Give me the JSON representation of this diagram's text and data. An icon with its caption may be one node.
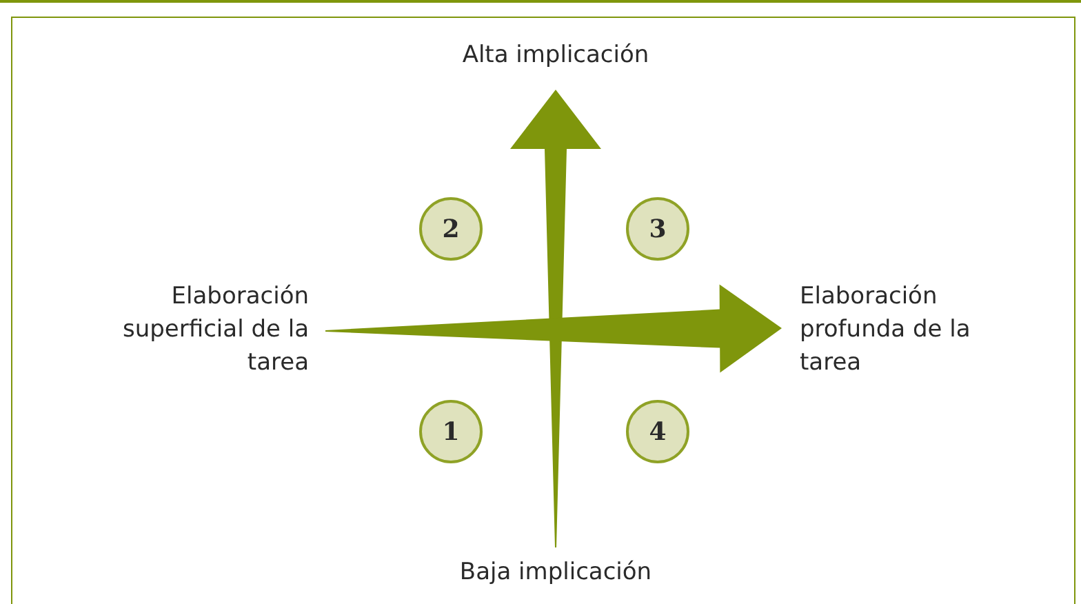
{
  "diagram": {
    "nodes": [
      {
        "text": [
          "Alta implicación"
        ]
      },
      {
        "text": [
          "2"
        ]
      },
      {
        "text": [
          "3"
        ]
      },
      {
        "text": [
          "Elaboración superficial de la tarea"
        ]
      },
      {
        "text": [
          "Elaboración profunda de la tarea"
        ]
      },
      {
        "text": [
          "1"
        ]
      },
      {
        "text": [
          "4"
        ]
      },
      {
        "text": [
          "Baja implicación"
        ]
      }
    ],
    "edges": [
      {
        "from": 7,
        "to": 0,
        "arrow": "to"
      },
      {
        "from": 3,
        "to": 4,
        "arrow": "to"
      }
    ]
  }
}
